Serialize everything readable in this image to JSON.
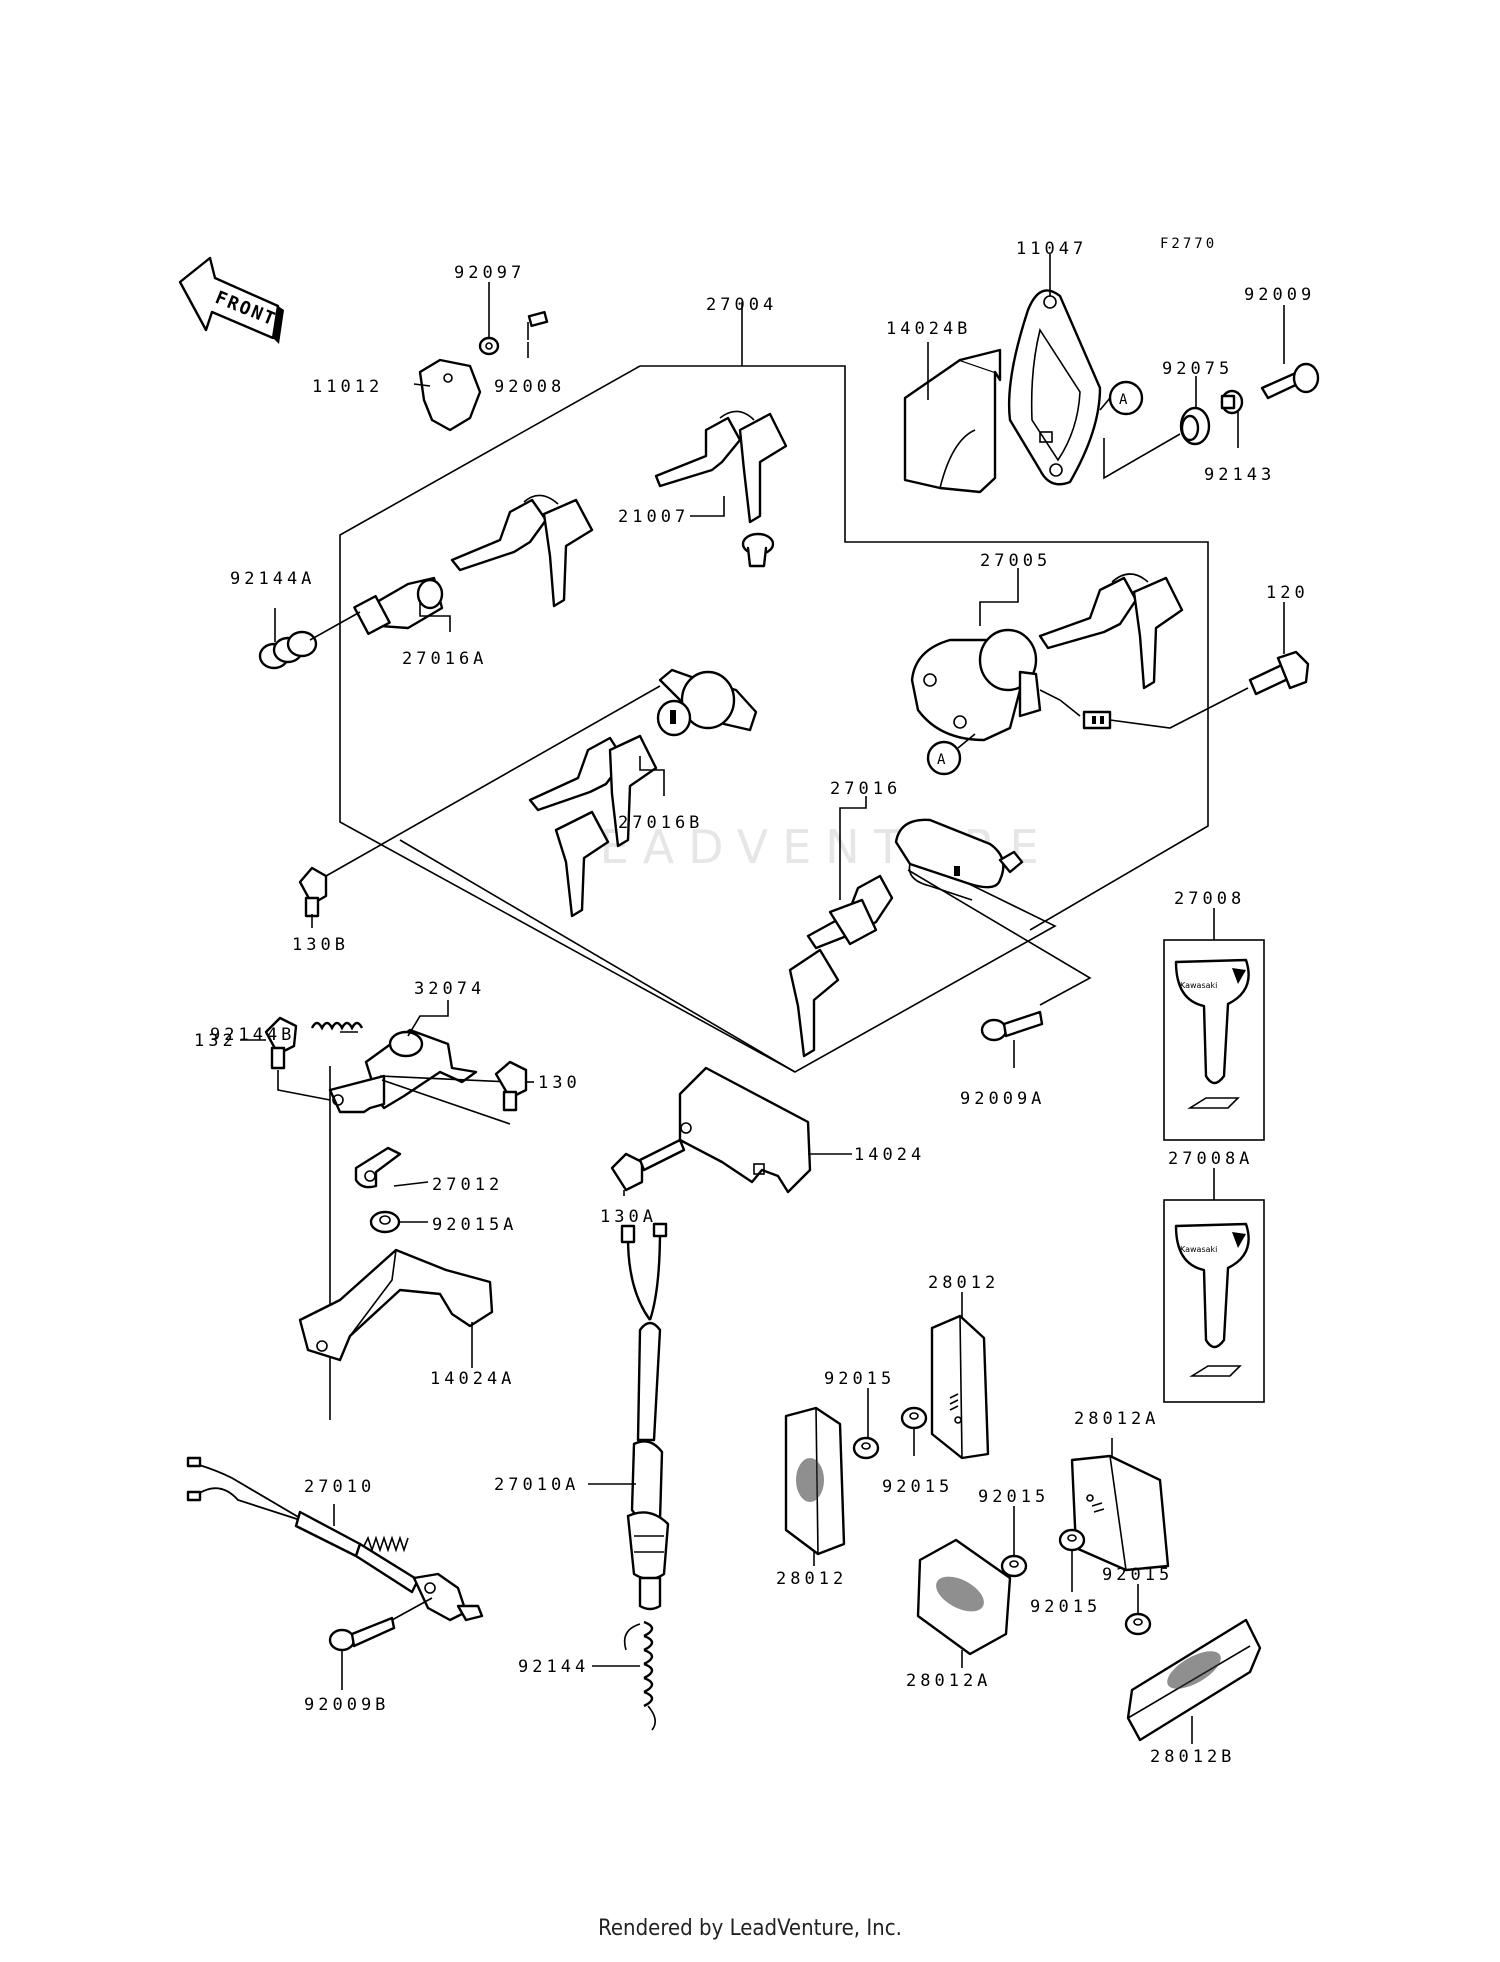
{
  "figure_code": "F2770",
  "front_label": "FRONT",
  "ref_marker": "A",
  "watermark": "LEADVENTURE",
  "footer": "Rendered by LeadVenture, Inc.",
  "key_brand": "Kawasaki",
  "labels": {
    "p11047": "11047",
    "p92009": "92009",
    "p92097": "92097",
    "p27004": "27004",
    "p14024B": "14024B",
    "p92075": "92075",
    "p92008": "92008",
    "p11012": "11012",
    "p92143": "92143",
    "p21007": "21007",
    "p27005": "27005",
    "p92144A": "92144A",
    "p120": "120",
    "p27016A": "27016A",
    "p27016": "27016",
    "p27016B": "27016B",
    "p130B": "130B",
    "p27008": "27008",
    "p92144B": "92144B",
    "p32074": "32074",
    "p132": "132",
    "p130": "130",
    "p92009A": "92009A",
    "p14024": "14024",
    "p27012": "27012",
    "p130A": "130A",
    "p92015A": "92015A",
    "p27008A": "27008A",
    "p28012_top": "28012",
    "p14024A": "14024A",
    "p92015_1": "92015",
    "p28012A_top": "28012A",
    "p92015_2": "92015",
    "p27010": "27010",
    "p27010A": "27010A",
    "p92015_3": "92015",
    "p28012_bottom": "28012",
    "p92015_4": "92015",
    "p92015_5": "92015",
    "p92144": "92144",
    "p28012A_bottom": "28012A",
    "p92009B": "92009B",
    "p28012B": "28012B"
  }
}
